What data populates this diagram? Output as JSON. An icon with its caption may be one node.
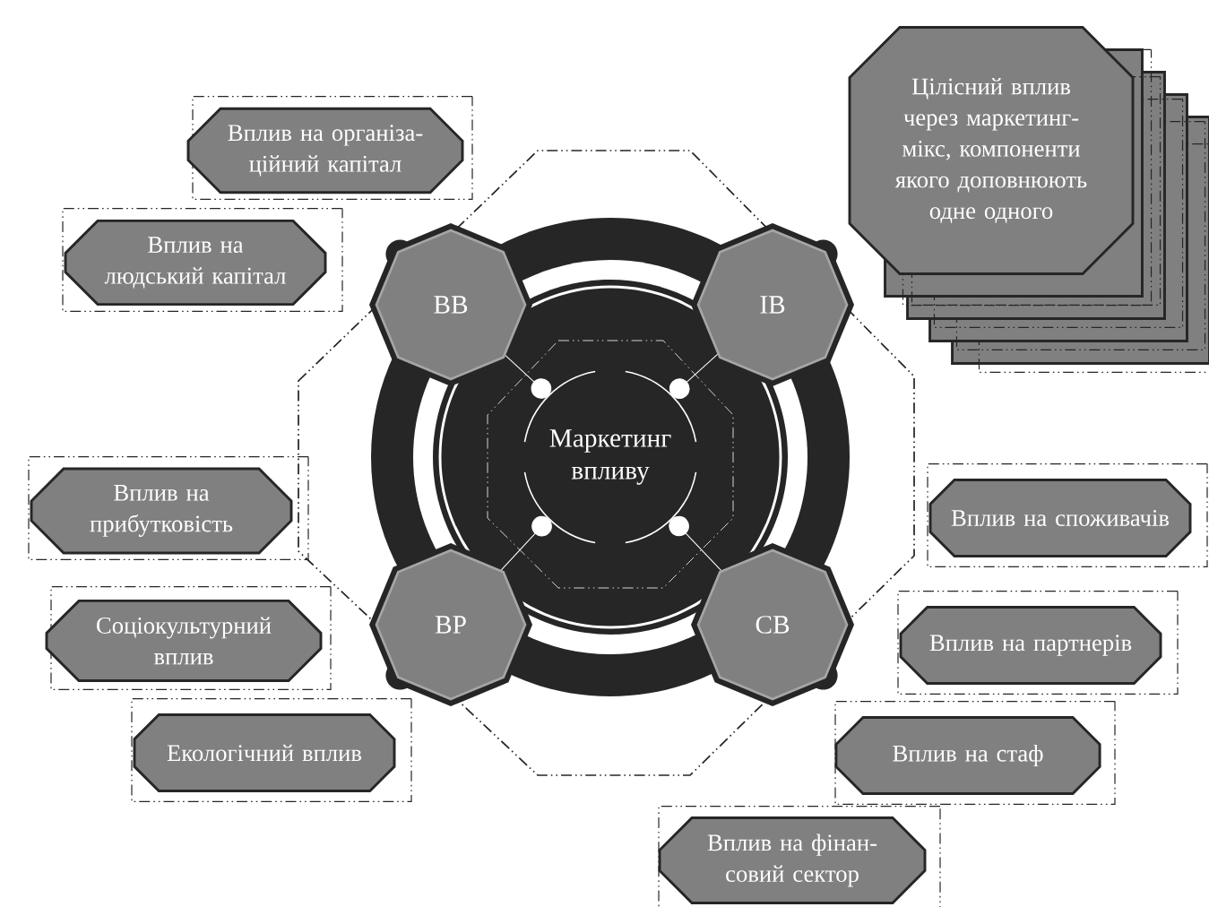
{
  "diagram": {
    "nodes": [
      {
        "text": [
          "Маркетинг впливу"
        ]
      },
      {
        "text": [
          "ВВ"
        ]
      },
      {
        "text": [
          "ІВ"
        ]
      },
      {
        "text": [
          "ВР"
        ]
      },
      {
        "text": [
          "СВ"
        ]
      },
      {
        "text": [
          "Цілісний вплив через маркетинг-мікс, компоненти якого доповнюють одне одного"
        ]
      },
      {
        "text": [
          "Вплив на організа- ційний капітал"
        ]
      },
      {
        "text": [
          "Вплив на людський капітал"
        ]
      },
      {
        "text": [
          "Вплив на прибутковість"
        ]
      },
      {
        "text": [
          "Вплив на споживачів"
        ]
      },
      {
        "text": [
          "Соціокультурний вплив"
        ]
      },
      {
        "text": [
          "Вплив на партнерів"
        ]
      },
      {
        "text": [
          "Екологічний вплив"
        ]
      },
      {
        "text": [
          "Вплив на стаф"
        ]
      },
      {
        "text": [
          "Вплив на фінан- совий сектор"
        ]
      }
    ],
    "edges": [
      {
        "from": 0,
        "to": 1,
        "arrow": "other"
      },
      {
        "from": 0,
        "to": 2,
        "arrow": "other"
      },
      {
        "from": 0,
        "to": 3,
        "arrow": "other"
      },
      {
        "from": 0,
        "to": 4,
        "arrow": "other"
      }
    ]
  }
}
